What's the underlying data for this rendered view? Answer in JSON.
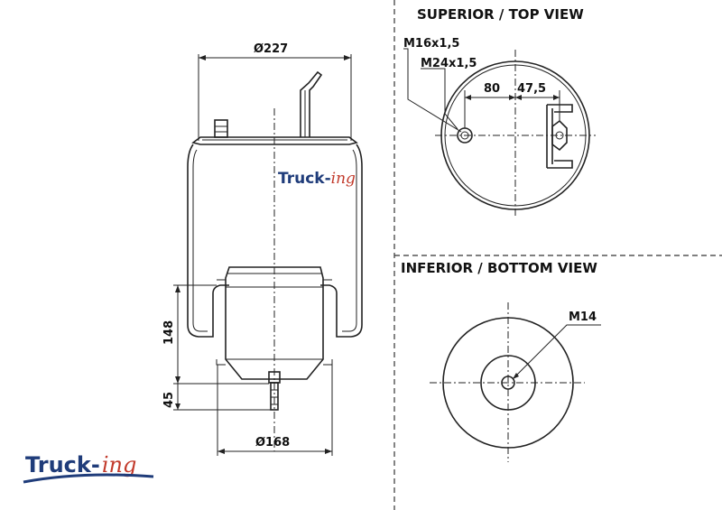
{
  "views": {
    "top_header": "SUPERIOR / TOP VIEW",
    "bottom_header": "INFERIOR / BOTTOM VIEW"
  },
  "side_view": {
    "dim_top_diameter": "Ø227",
    "dim_bottom_diameter": "Ø168",
    "dim_height_148": "148",
    "dim_height_45": "45",
    "body_logo_a": "Truck-",
    "body_logo_b": "ing"
  },
  "top_view": {
    "thread_1": "M16x1,5",
    "thread_2": "M24x1,5",
    "offset_1": "80",
    "offset_2": "47,5"
  },
  "bottom_view": {
    "thread": "M14"
  },
  "brand": {
    "logo_a": "Truck-",
    "logo_b": "ing",
    "primary_color": "#1f3c7a",
    "accent_color": "#c23a2b"
  }
}
